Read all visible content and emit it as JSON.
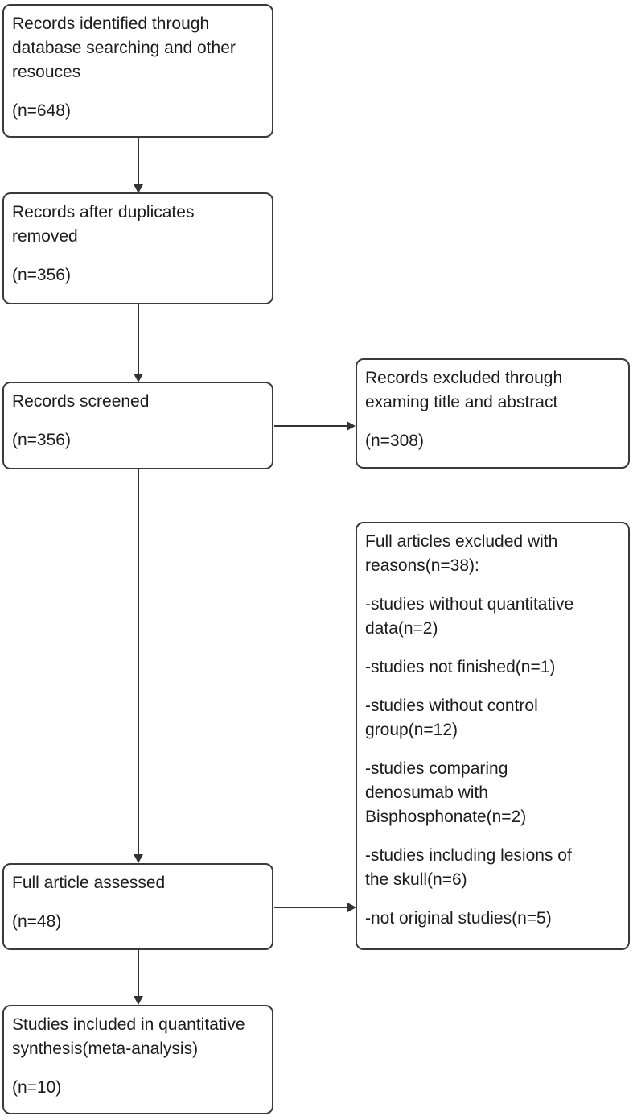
{
  "diagram_type": "study-selection-flowchart",
  "boxes": {
    "identified": {
      "text": "Records identified through\ndatabase searching and other\nresouces",
      "count": "(n=648)"
    },
    "duplicates_removed": {
      "text": "Records after duplicates\nremoved",
      "count": "(n=356)"
    },
    "screened": {
      "text": "Records screened",
      "count": "(n=356)"
    },
    "excluded_screening": {
      "text": "Records excluded through\nexaming title and abstract",
      "count": "(n=308)"
    },
    "full_text_assessed": {
      "text": "Full article assessed",
      "count": "(n=48)"
    },
    "excluded_full_text": {
      "header": "Full articles excluded with\nreasons(n=38):",
      "reasons": [
        "-studies without quantitative\ndata(n=2)",
        "-studies not finished(n=1)",
        "-studies without control\ngroup(n=12)",
        "-studies comparing\ndenosumab with\nBisphosphonate(n=2)",
        "-studies including lesions of\nthe skull(n=6)",
        "-not original studies(n=5)"
      ]
    },
    "included": {
      "text": "Studies included in quantitative\nsynthesis(meta-analysis)",
      "count": "(n=10)"
    }
  },
  "style": {
    "border_color": "#3a3a3a",
    "arrow_color": "#333333",
    "text_color": "#1c1c1c",
    "background_color": "#ffffff"
  }
}
